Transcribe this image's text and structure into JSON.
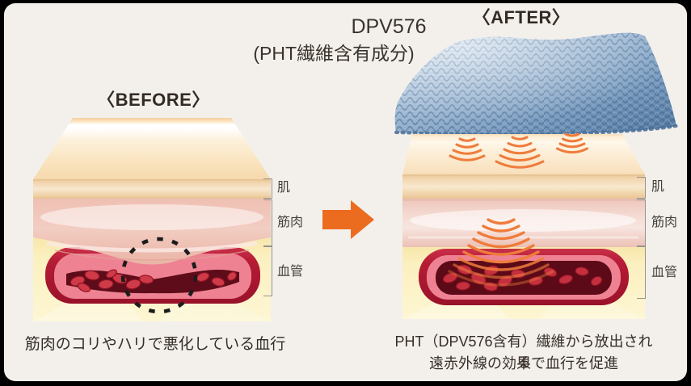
{
  "header": {
    "product_name": "DPV576",
    "product_component": "(PHT繊維含有成分)"
  },
  "before": {
    "label": "〈BEFORE〉",
    "caption": "筋肉のコリやハリで悪化している血行",
    "layers": [
      {
        "label": "肌"
      },
      {
        "label": "筋肉"
      },
      {
        "label": "血管"
      }
    ]
  },
  "after": {
    "label": "〈AFTER〉",
    "caption_line1": "PHT（DPV576含有）繊維から放出される",
    "caption_line2": "遠赤外線の効果で血行を促進",
    "layers": [
      {
        "label": "肌"
      },
      {
        "label": "筋肉"
      },
      {
        "label": "血管"
      }
    ]
  },
  "colors": {
    "background": "#f3f0ec",
    "frame": "#000000",
    "text": "#3a332c",
    "arrow_orange": "#ec6c1f",
    "infrared_orange": "#ef7c3c",
    "fabric_blue": "#7fa0c2",
    "vessel_red": "#a81228",
    "vessel_lining_pink": "#ee8292",
    "vessel_lumen": "#5c0a17",
    "muscle_pink": "#efc0b3",
    "skin_cream": "#fbe6c4",
    "fat_yellow": "#fbf0c0"
  }
}
